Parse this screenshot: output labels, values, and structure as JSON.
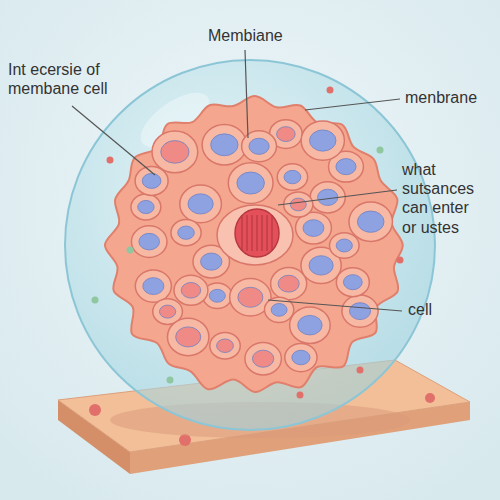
{
  "diagram": {
    "labels": [
      "Int ecersie of membane cell",
      "Membiane",
      "menbrane",
      "what sutsances can enter or ustes",
      "cell"
    ]
  }
}
